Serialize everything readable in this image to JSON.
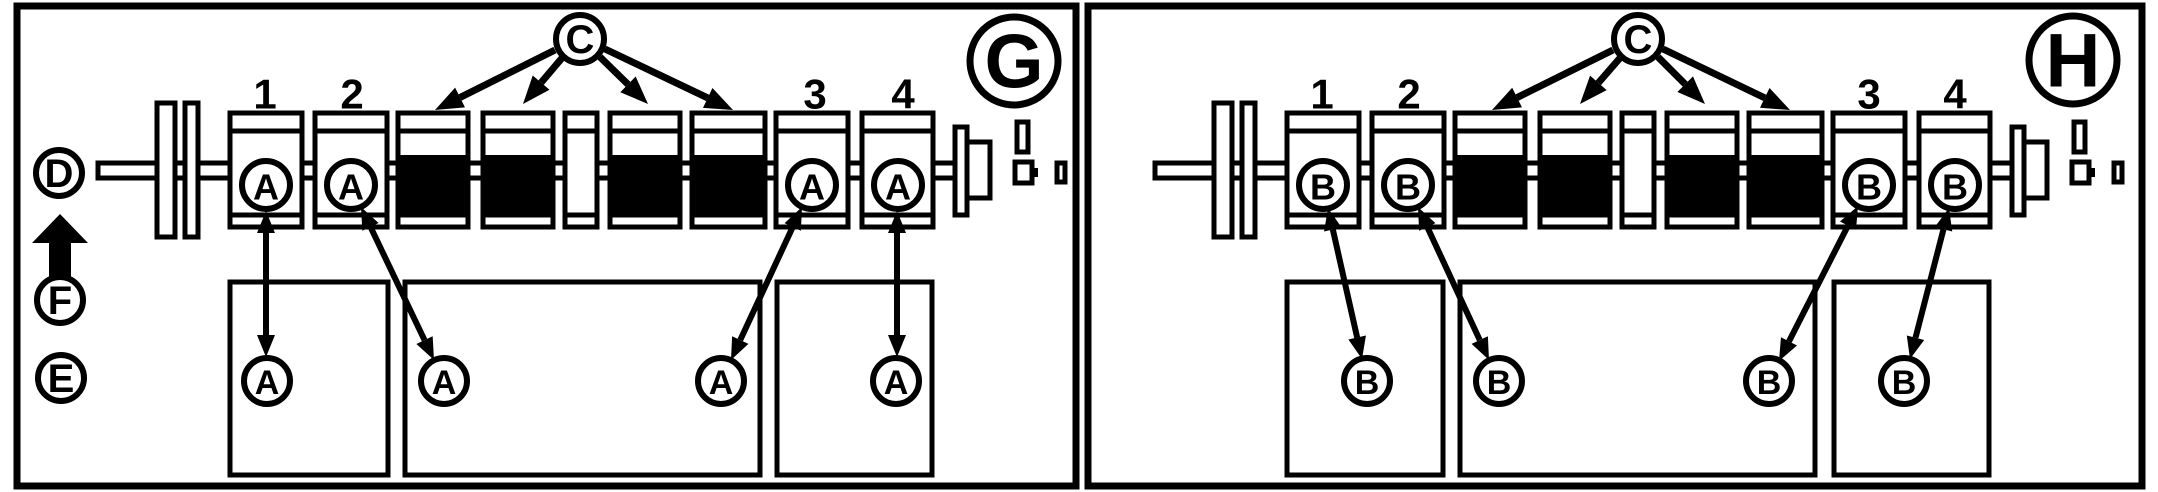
{
  "figure": {
    "panels": [
      {
        "badge": "G",
        "crank_callout": "C",
        "journal_numbers": [
          "1",
          "2",
          "3",
          "4"
        ],
        "journal_marks": [
          "A",
          "A",
          "A",
          "A"
        ],
        "cap_marks": [
          "A",
          "A",
          "A",
          "A"
        ],
        "side_callouts": {
          "top": "D",
          "middle": "F",
          "bottom": "E"
        }
      },
      {
        "badge": "H",
        "crank_callout": "C",
        "journal_numbers": [
          "1",
          "2",
          "3",
          "4"
        ],
        "journal_marks": [
          "B",
          "B",
          "B",
          "B"
        ],
        "cap_marks": [
          "B",
          "B",
          "B",
          "B"
        ]
      }
    ],
    "colors": {
      "ink": "#000000",
      "paper": "#ffffff"
    }
  }
}
